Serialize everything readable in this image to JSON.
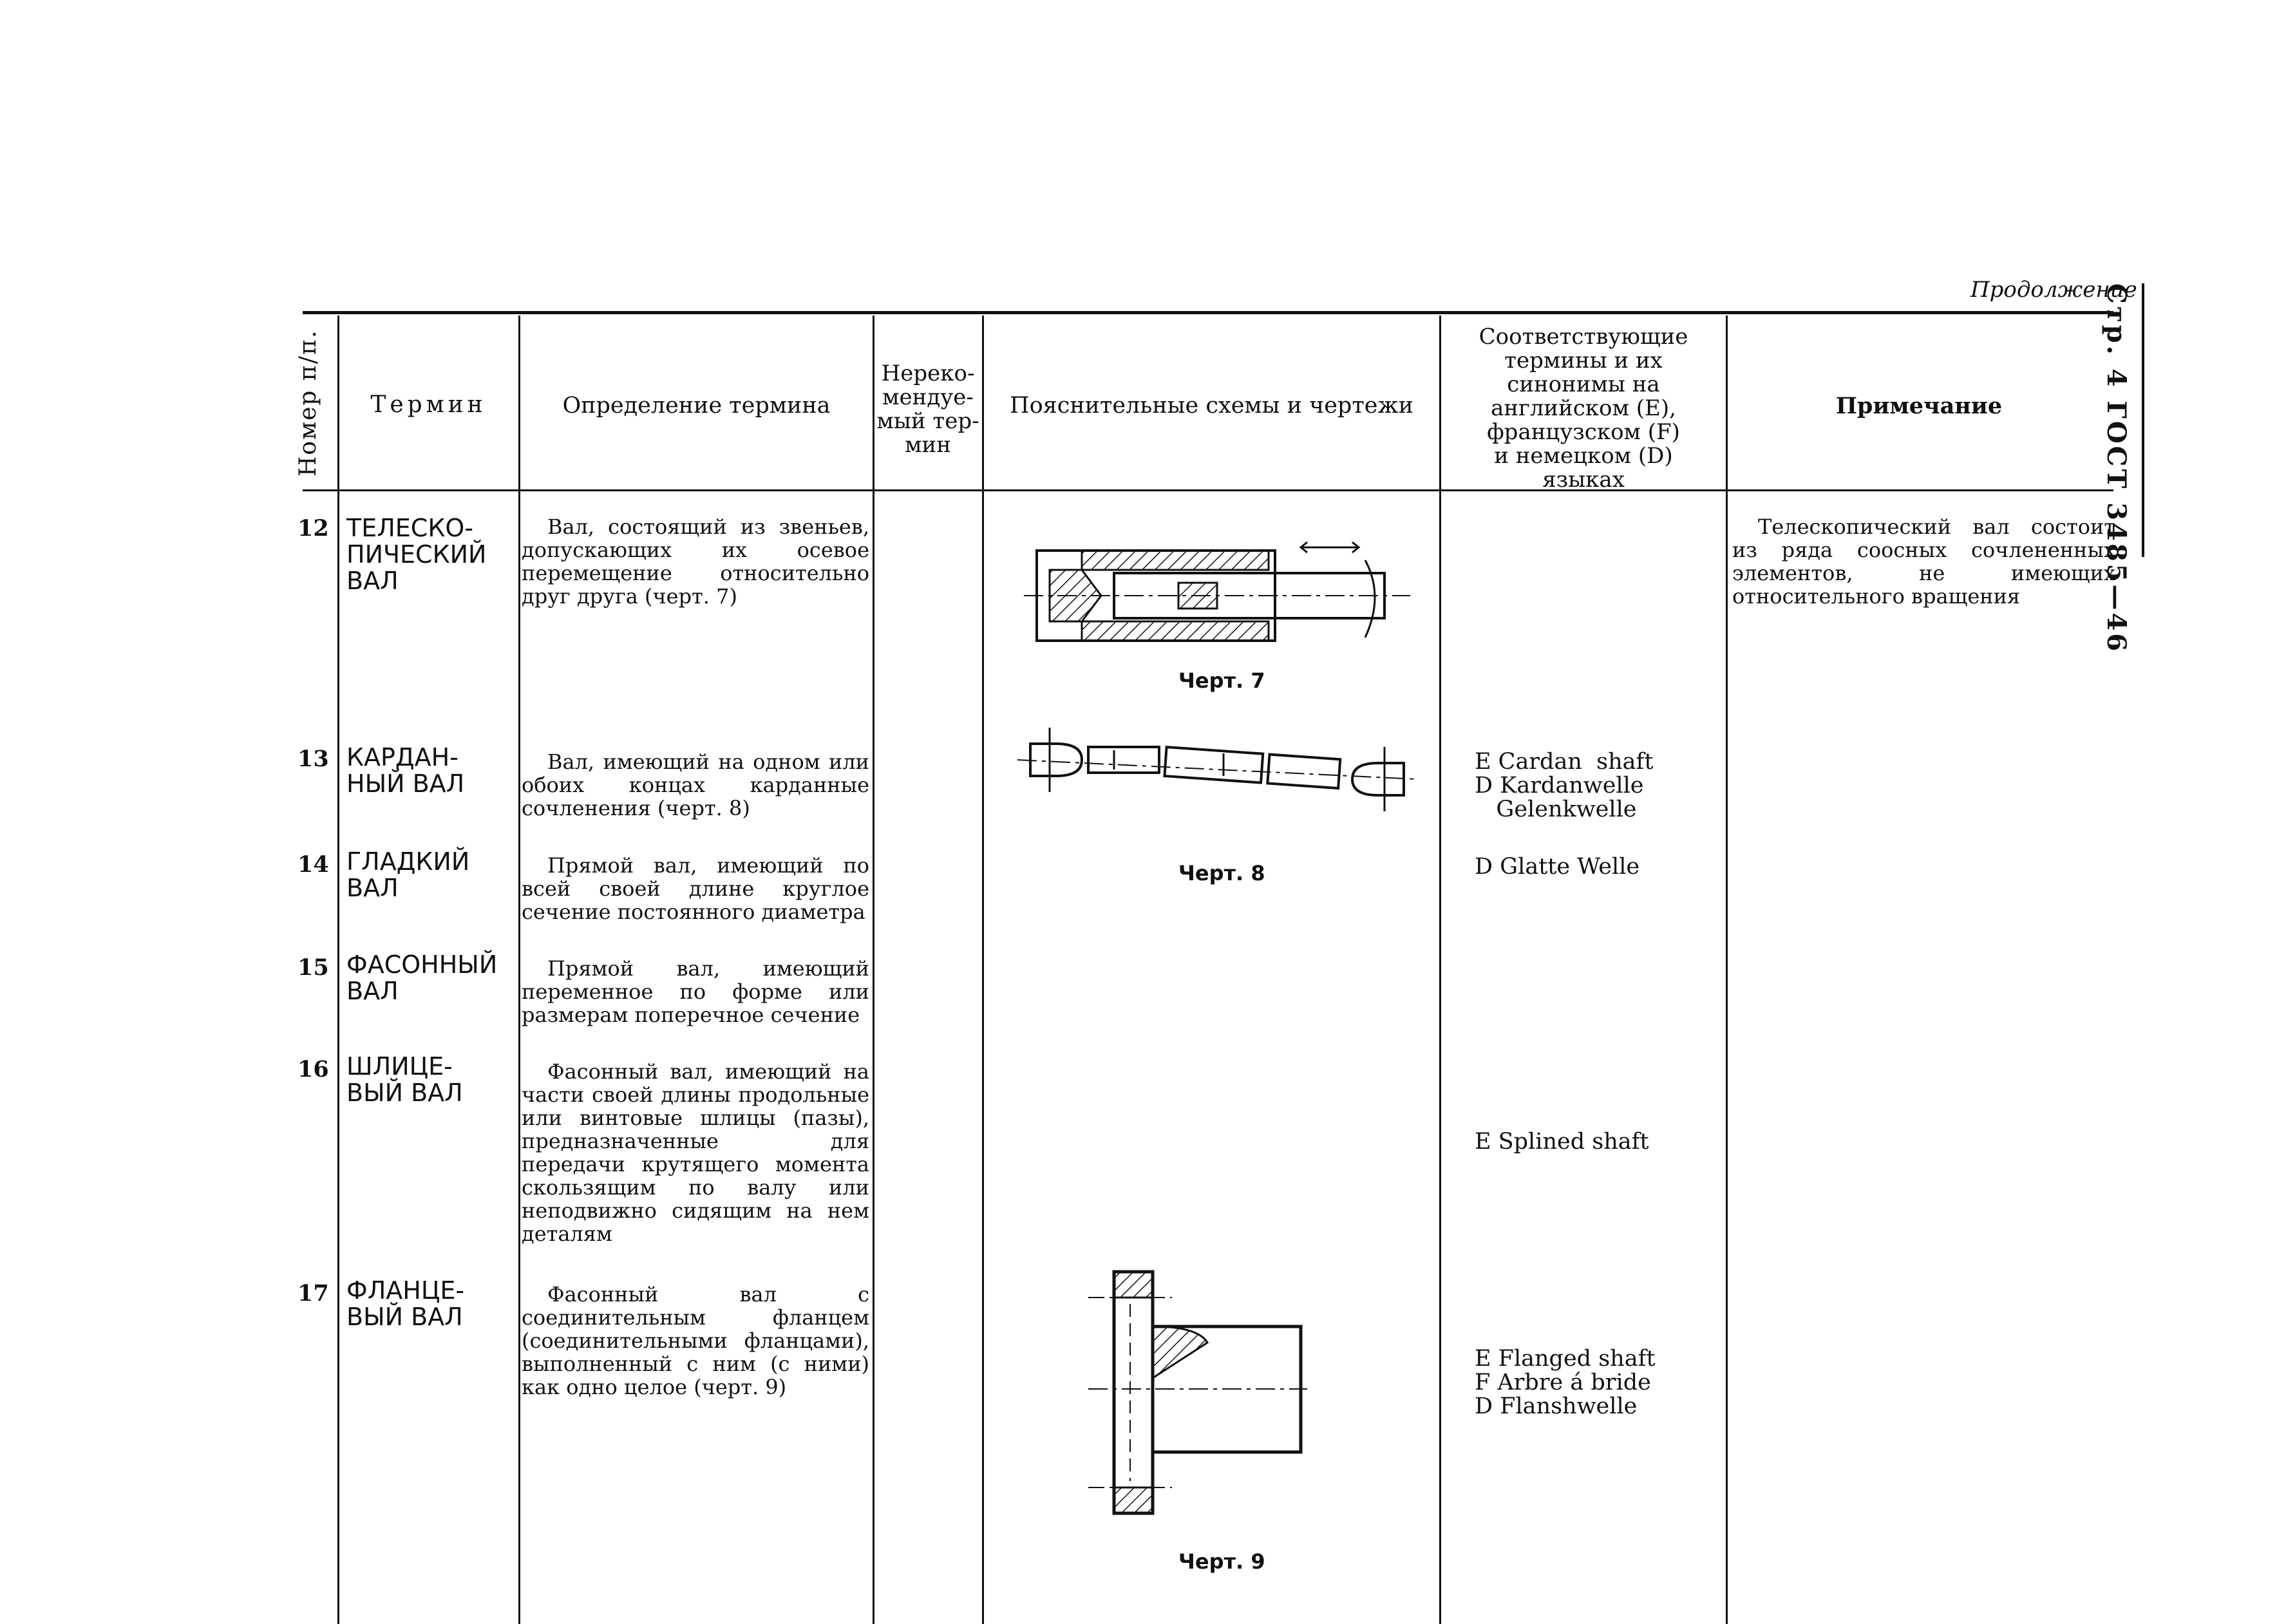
{
  "continuation_label": "Продолжение",
  "side_header": "Стр. 4 ГОСТ 3485—46",
  "headers": {
    "number": "Номер п/п.",
    "term": "Термин",
    "definition": "Определение термина",
    "not_recommended": "Нереко-\nмендуе-\nмый тер-\nмин",
    "schemes": "Пояснительные схемы и чертежи",
    "equivalents": "Соответствующие\nтермины и их\nсинонимы на\nанглийском (E),\nфранцузском (F)\nи немецком (D)\nязыках",
    "note": "Примечание"
  },
  "rows": [
    {
      "num": "12",
      "term": "ТЕЛЕСКО-\nПИЧЕСКИЙ\nВАЛ",
      "definition": "Вал, состоящий из звеньев, допускающих их осевое перемещение относительно друг друга (черт. 7)",
      "equivalents": "",
      "note": "Телескопический вал состоит из ряда соосных сочлененных элементов, не имеющих относительного вращения"
    },
    {
      "num": "13",
      "term": "КАРДАН-\nНЫЙ ВАЛ",
      "definition": "Вал, имеющий на одном или обоих концах карданные сочленения (черт. 8)",
      "equivalents": "E Cardan  shaft\nD Kardanwelle\n   Gelenkwelle",
      "note": ""
    },
    {
      "num": "14",
      "term": "ГЛАДКИЙ\nВАЛ",
      "definition": "Прямой вал, имеющий по всей своей длине круглое сечение постоянного диаметра",
      "equivalents": "D Glatte Welle",
      "note": ""
    },
    {
      "num": "15",
      "term": "ФАСОННЫЙ\nВАЛ",
      "definition": "Прямой вал, имеющий переменное по форме или размерам поперечное сечение",
      "equivalents": "",
      "note": ""
    },
    {
      "num": "16",
      "term": "ШЛИЦЕ-\nВЫЙ ВАЛ",
      "definition": "Фасонный вал, имеющий на части своей длины продольные или винтовые шлицы (пазы), предназначенные для передачи крутящего момента скользящим по валу или неподвижно сидящим на нем деталям",
      "equivalents": "E Splined shaft",
      "note": ""
    },
    {
      "num": "17",
      "term": "ФЛАНЦЕ-\nВЫЙ ВАЛ",
      "definition": "Фасонный вал с соединительным фланцем (соединительными фланцами), выполненный с ним (с ними) как одно целое (черт. 9)",
      "equivalents": "E Flanged shaft\nF Arbre á bride\nD Flanshwelle",
      "note": ""
    }
  ],
  "figures": {
    "fig7": "Черт. 7",
    "fig8": "Черт. 8",
    "fig9": "Черт. 9"
  }
}
